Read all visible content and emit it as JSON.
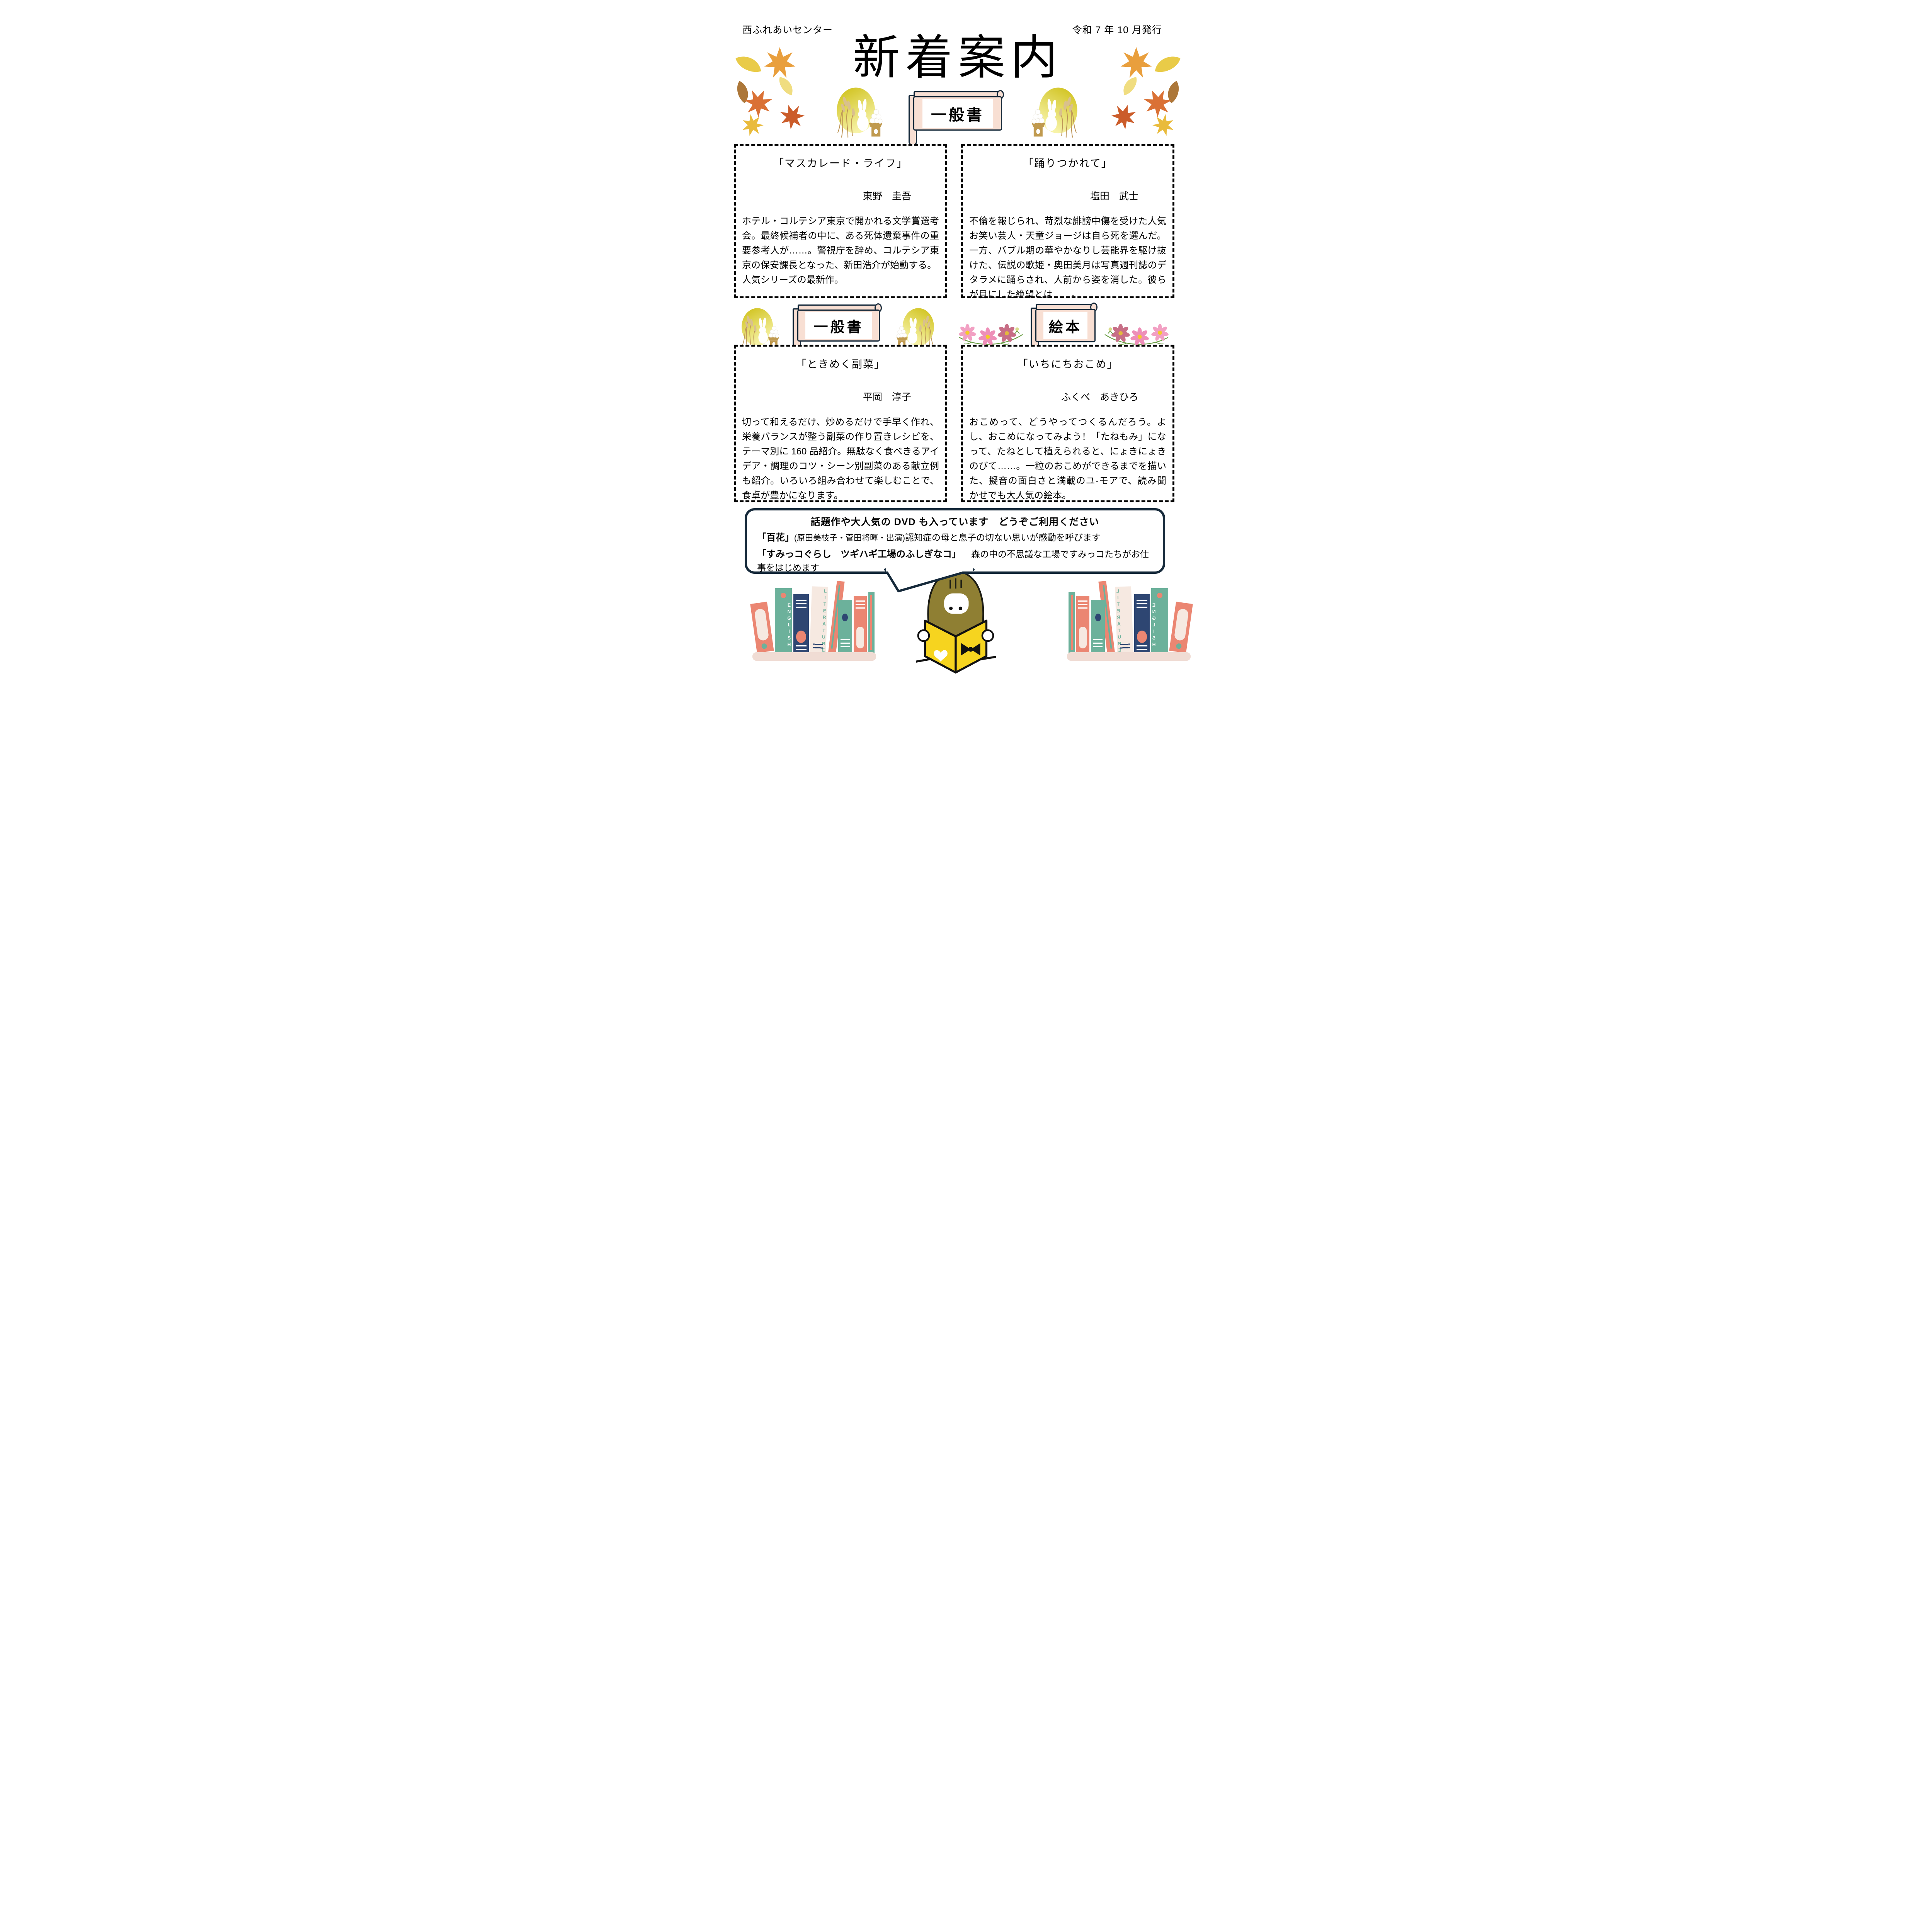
{
  "page": {
    "org": "西ふれあいセンター",
    "issue": "令和 7 年 10 月発行",
    "title": "新着案内"
  },
  "banners": {
    "row1": "一般書",
    "row2_left": "一般書",
    "row2_right": "絵本"
  },
  "books": [
    {
      "title": "「マスカレード・ライフ」",
      "author": "東野　圭吾",
      "body": "ホテル・コルテシア東京で開かれる文学賞選考会。最終候補者の中に、ある死体遺棄事件の重要参考人が……。警視庁を辞め、コルテシア東京の保安課長となった、新田浩介が始動する。",
      "body2": "人気シリーズの最新作。"
    },
    {
      "title": "「踊りつかれて」",
      "author": "塩田　武士",
      "body": "不倫を報じられ、苛烈な誹謗中傷を受けた人気お笑い芸人・天童ジョージは自ら死を選んだ。一方、バブル期の華やかなりし芸能界を駆け抜けた、伝説の歌姫・奥田美月は写真週刊誌のデタラメに踊らされ、人前から姿を消した。彼らが目にした絶望とは……。",
      "body2": ""
    },
    {
      "title": "「ときめく副菜」",
      "author": "平岡　淳子",
      "body": "切って和えるだけ、炒めるだけで手早く作れ、栄養バランスが整う副菜の作り置きレシピを、テーマ別に 160 品紹介。無駄なく食べきるアイデア・調理のコツ・シーン別副菜のある献立例も紹介。いろいろ組み合わせて楽しむことで、食卓が豊かになります。",
      "body2": ""
    },
    {
      "title": "「いちにちおこめ」",
      "author": "ふくべ　あきひろ",
      "body": "おこめって、どうやってつくるんだろう。よし、おこめになってみよう！「たねもみ」になって、たねとして植えられると、にょきにょきのびて……。一粒のおこめができるまでを描いた、擬音の面白さと満載のユ-モアで、読み聞かせでも大人気の絵本。",
      "body2": ""
    }
  ],
  "dvd": {
    "headline": "話題作や大人気の DVD も入っています　どうぞご利用ください",
    "items": [
      {
        "title": "「百花」",
        "cast": "(原田美枝子・菅田将暉・出演)",
        "desc": "認知症の母と息子の切ない思いが感動を呼びます"
      },
      {
        "title": "「すみっコぐらし　ツギハギ工場のふしぎなコ」",
        "cast": "",
        "desc": "森の中の不思議な工場ですみっコたちがお仕事をはじめます"
      }
    ]
  },
  "shelf": {
    "spine1": "ENGLISH",
    "spine2": "LITERATURE"
  },
  "colors": {
    "outline_navy": "#15293A",
    "scroll_pink": "#F8DFD3",
    "moon_yellow": "#D8CB1E",
    "book_coral": "#EB8672",
    "book_teal": "#6CB19B",
    "book_navy": "#2E4672",
    "girl_book_yellow": "#F6D41F",
    "girl_hair_olive": "#8F7F33"
  }
}
